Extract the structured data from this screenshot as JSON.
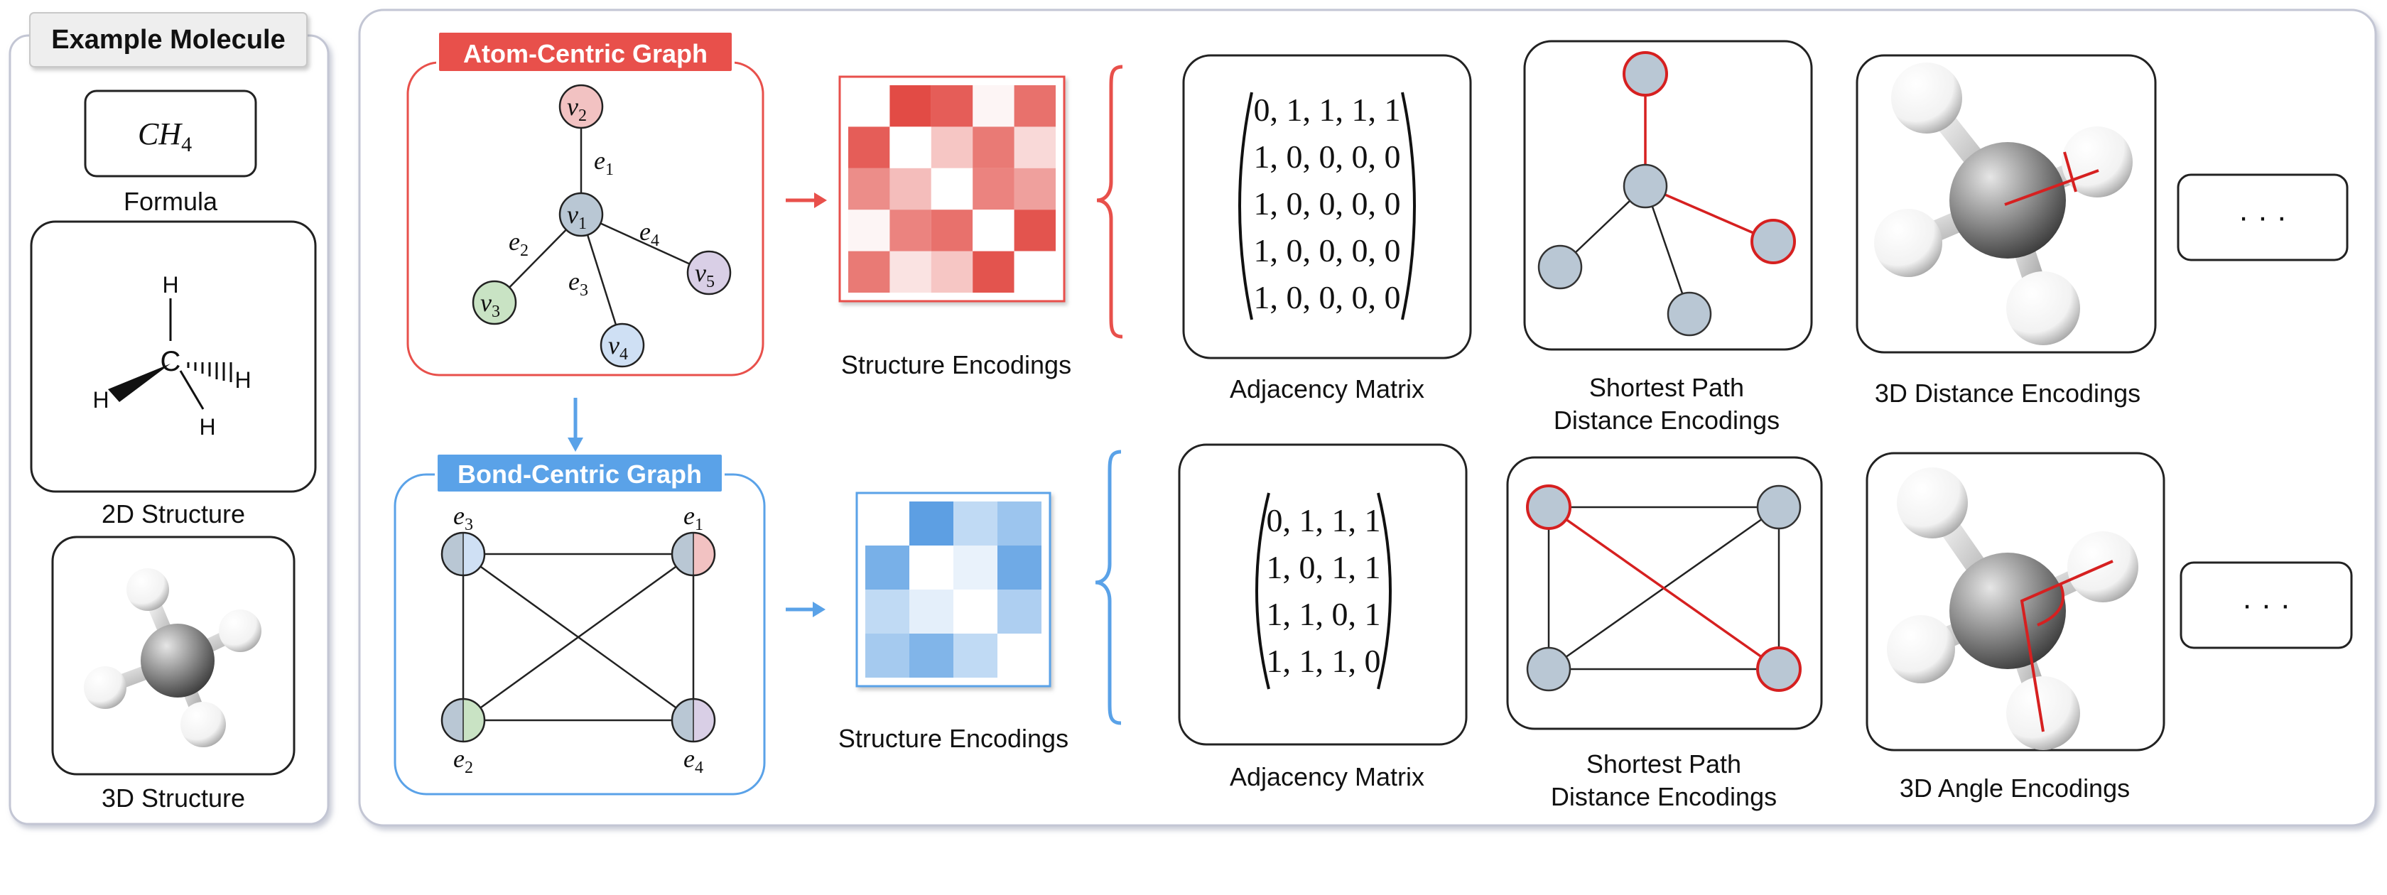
{
  "left_panel": {
    "title": "Example Molecule",
    "formula_symbol": "CH",
    "formula_subscript": "4",
    "formula_label": "Formula",
    "structure_2d_label": "2D Structure",
    "structure_3d_label": "3D Structure",
    "atoms_2d": {
      "center": "C",
      "hydrogen": "H"
    }
  },
  "atom_graph": {
    "title": "Atom-Centric Graph",
    "nodes": [
      {
        "id": "v1",
        "base": "v",
        "sub": "1",
        "color": "#b9c7d4"
      },
      {
        "id": "v2",
        "base": "v",
        "sub": "2",
        "color": "#f2c2c2"
      },
      {
        "id": "v3",
        "base": "v",
        "sub": "3",
        "color": "#c9e3c4"
      },
      {
        "id": "v4",
        "base": "v",
        "sub": "4",
        "color": "#cfe0f4"
      },
      {
        "id": "v5",
        "base": "v",
        "sub": "5",
        "color": "#d9cfe6"
      }
    ],
    "edges": [
      {
        "base": "e",
        "sub": "1"
      },
      {
        "base": "e",
        "sub": "2"
      },
      {
        "base": "e",
        "sub": "3"
      },
      {
        "base": "e",
        "sub": "4"
      }
    ],
    "encodings_label": "Structure Encodings",
    "heatmap_color": "#e0413b",
    "heatmap": [
      [
        0,
        0.95,
        0.85,
        0.05,
        0.75
      ],
      [
        0.85,
        0,
        0.3,
        0.7,
        0.2
      ],
      [
        0.6,
        0.35,
        0,
        0.65,
        0.5
      ],
      [
        0.05,
        0.65,
        0.75,
        0,
        0.9
      ],
      [
        0.7,
        0.15,
        0.3,
        0.9,
        0
      ]
    ],
    "accent_color": "#e8504b",
    "adjacency_label": "Adjacency Matrix",
    "adjacency_rows": [
      "0, 1, 1, 1, 1",
      "1, 0, 0, 0, 0",
      "1, 0, 0, 0, 0",
      "1, 0, 0, 0, 0",
      "1, 0, 0, 0, 0"
    ],
    "spd_label_line1": "Shortest Path",
    "spd_label_line2": "Distance Encodings",
    "geo_label": "3D Distance Encodings",
    "more_label": "· · ·"
  },
  "bond_graph": {
    "title": "Bond-Centric Graph",
    "nodes": [
      {
        "id": "e3",
        "base": "e",
        "sub": "3"
      },
      {
        "id": "e1",
        "base": "e",
        "sub": "1"
      },
      {
        "id": "e2",
        "base": "e",
        "sub": "2"
      },
      {
        "id": "e4",
        "base": "e",
        "sub": "4"
      }
    ],
    "encodings_label": "Structure Encodings",
    "heatmap_color": "#4b95e0",
    "heatmap": [
      [
        0,
        0.9,
        0.35,
        0.55
      ],
      [
        0.75,
        0,
        0.12,
        0.8
      ],
      [
        0.35,
        0.15,
        0,
        0.45
      ],
      [
        0.5,
        0.7,
        0.35,
        0
      ]
    ],
    "accent_color": "#5aa2e8",
    "adjacency_label": "Adjacency Matrix",
    "adjacency_rows": [
      "0, 1, 1, 1",
      "1, 0, 1, 1",
      "1, 1, 0, 1",
      "1, 1, 1, 0"
    ],
    "spd_label_line1": "Shortest Path",
    "spd_label_line2": "Distance Encodings",
    "geo_label": "3D Angle Encodings",
    "more_label": "· · ·"
  },
  "colors": {
    "red_accent": "#e8504b",
    "blue_accent": "#5aa2e8",
    "panel_border": "#b9bed0",
    "path_red": "#d62020"
  }
}
